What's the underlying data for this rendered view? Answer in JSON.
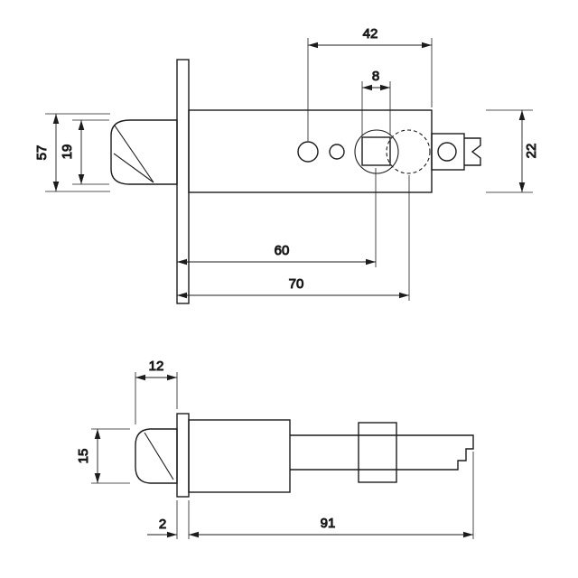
{
  "figure": {
    "kind": "technical-drawing-latch",
    "background": "#ffffff",
    "stroke_color": "#1c1c1c",
    "views": {
      "top": {
        "name": "top-view",
        "dimensions": {
          "d42": "42",
          "d8": "8",
          "d57": "57",
          "d19": "19",
          "d22": "22",
          "d60": "60",
          "d70": "70"
        }
      },
      "side": {
        "name": "side-view",
        "dimensions": {
          "d12": "12",
          "d15": "15",
          "d2": "2",
          "d91": "91"
        }
      }
    }
  }
}
